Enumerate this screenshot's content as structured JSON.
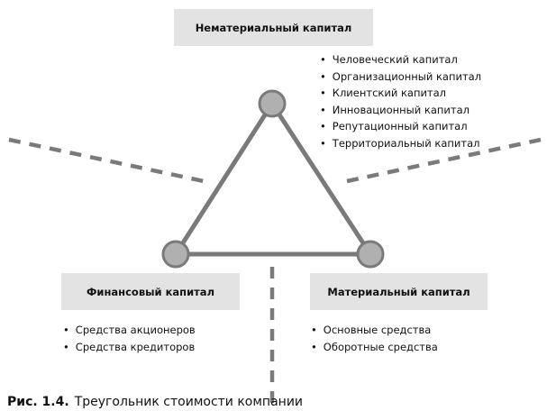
{
  "top": {
    "title": "Нематериальный капитал",
    "items": [
      "Человеческий капитал",
      "Организационный капитал",
      "Клиентский капитал",
      "Инновационный капитал",
      "Репутационный капитал",
      "Территориальный капитал"
    ]
  },
  "left": {
    "title": "Финансовый капитал",
    "items": [
      "Средства акционеров",
      "Средства кредиторов"
    ]
  },
  "right": {
    "title": "Материальный капитал",
    "items": [
      "Основные средства",
      "Оборотные средства"
    ]
  },
  "caption": {
    "label": "Рис. 1.4.",
    "text": "Треугольник стоимости компании"
  },
  "colors": {
    "line": "#7a7a7a",
    "node": "#b0b0b0",
    "box": "#e3e3e3"
  }
}
